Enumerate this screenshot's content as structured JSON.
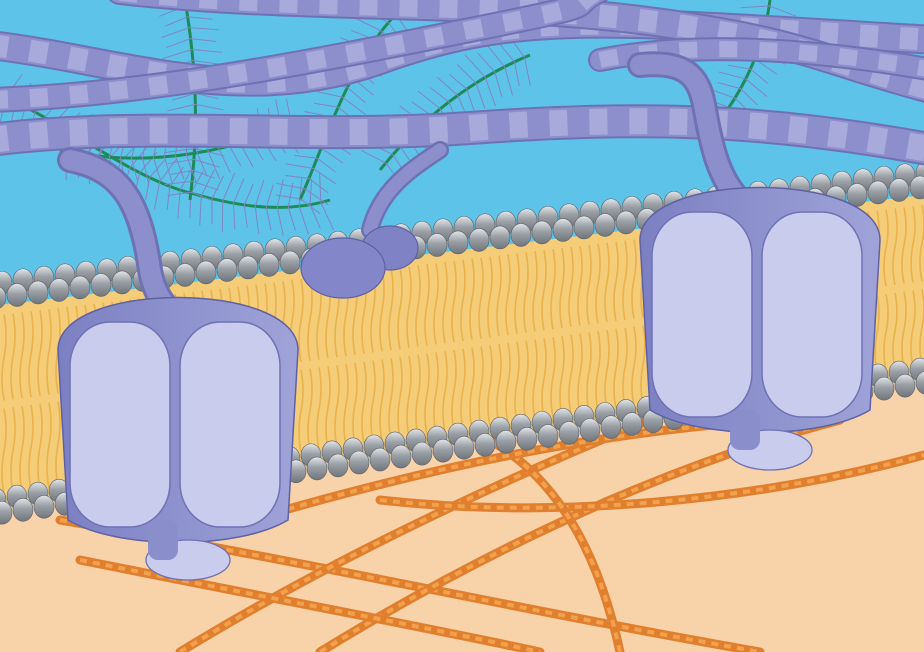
{
  "figure": {
    "colors": {
      "extracellular": "#5EC3E8",
      "cytoplasm": "#F8D2A8",
      "collagen_fiber": "#8C8FCC",
      "collagen_band": "#A7AADA",
      "proteoglycan_core": "#1E8A58",
      "proteoglycan_bristles": "#7F86C2",
      "lipid_head": "#9AA0A6",
      "lipid_head_highlight": "#D4D8DC",
      "lipid_tail": "#E8B24C",
      "lipid_tail_fill": "#F5CC78",
      "integrin_light": "#C9CCEC",
      "integrin_dark": "#8C8FCC",
      "microfilament": "#E07F2E",
      "microfilament_highlight": "#F2A24E"
    },
    "components": [
      {
        "id": "collagen-fiber",
        "icon": "collagen-fiber-icon"
      },
      {
        "id": "proteoglycan-complex",
        "icon": "proteoglycan-icon"
      },
      {
        "id": "plasma-membrane",
        "icon": "phospholipid-bilayer-icon"
      },
      {
        "id": "integrin",
        "icon": "integrin-icon"
      },
      {
        "id": "fibronectin",
        "icon": "fibronectin-icon"
      },
      {
        "id": "microfilaments",
        "icon": "microfilament-icon"
      }
    ]
  }
}
